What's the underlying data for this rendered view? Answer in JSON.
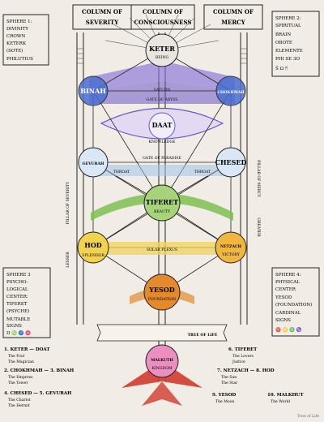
{
  "header": {
    "column_severity": [
      "COLUMN OF",
      "SEVERITY"
    ],
    "column_conscious": [
      "COLUMN OF",
      "CONSCIOUSNESS"
    ],
    "column_mercy": [
      "COLUMN OF",
      "MERCY"
    ]
  },
  "side_boxes": {
    "top_left": [
      "SPHERE 1:",
      "DIVINITY",
      "CROWN",
      "KETERK",
      "(SOTE)",
      "PHILUTIUS"
    ],
    "top_right": [
      "SPHERE 2:",
      "SPIRITUAL",
      "BRAIN",
      "OBOTE",
      "ELEMENTE",
      "PHI SE 3O",
      "Ŝ Ω ᛗ"
    ],
    "mid_left": [
      "SPHERE 3",
      "PSYCHO-",
      "LOGICAL",
      "CENTER:",
      "TIFERET",
      "(PSYCHE)",
      "MUTABLE",
      "SIGNS",
      "II ♍ ♐ ♓"
    ],
    "mid_right": [
      "SPHERE 4:",
      "PHYSICAL",
      "CENTER",
      "YESOD",
      "(FOUNDATION)",
      "CARDINAL",
      "SIGNS",
      "♈ ♋ ♎ ♑"
    ]
  },
  "nodes": {
    "keter": [
      "KETER",
      "BEING"
    ],
    "binah": [
      "BINAH",
      ""
    ],
    "chokmah": [
      "CHOKHMAH",
      ""
    ],
    "daat": [
      "DAAT",
      "KNOWLEDGE"
    ],
    "geburah": [
      "GEVURAH",
      ""
    ],
    "chesed": [
      "CHESED",
      ""
    ],
    "tiferet": [
      "TIFERET",
      "BEAUTY"
    ],
    "hod": [
      "HOD",
      "SPLENDOR"
    ],
    "netzach": [
      "NETZACH",
      "VICTORY"
    ],
    "yesod": [
      "YESOD",
      "FOUNDATION"
    ],
    "malkuth": [
      "MALKUTH",
      "KINGDOM"
    ]
  },
  "band_labels": {
    "saturn": "SATURN",
    "gate_abyss": "GATE OF ABYSS",
    "gate_paradise": "GATE OF PARADISE",
    "throat": "THROAT",
    "solar_plexus": "SOLAR PLEXUS",
    "tree_of_life": "TREE OF LIFE"
  },
  "left_column_text": [
    "PILLAR OF SEVERITY",
    "LESSER"
  ],
  "right_column_text": [
    "PILLAR OF MERCY",
    "GREATER"
  ],
  "legend": {
    "l1": "1. KETER — DOAT",
    "l1a": "The Fool",
    "l1b": "The Magician",
    "l2": "2. CHOKHMAH — 3. BINAH",
    "l2a": "The Empress",
    "l2b": "The Tower",
    "l4": "4. CHESED — 5. GEVURAH",
    "l4a": "The Chariot",
    "l4b": "The Hermit",
    "r6": "6. TIFERET",
    "r6a": "The Lovers",
    "r6b": "Justice",
    "r7": "7. NETZACH — 8. HOD",
    "r7a": "The Sun",
    "r7b": "The Star",
    "r9": "9. YESOD",
    "r9a": "The Moon",
    "r10": "10. MALKHUT",
    "r10a": "The World",
    "signature": "Tree of Life"
  },
  "colors": {
    "purple": "#6b55c6",
    "blue": "#4a6fd1",
    "green": "#6fa54a",
    "yellow": "#e8c23a",
    "orange": "#e48a2d",
    "red": "#d23a2e",
    "pink": "#e07ab0",
    "lightblue": "#9ec3ea",
    "grey": "#b9b4ad"
  }
}
